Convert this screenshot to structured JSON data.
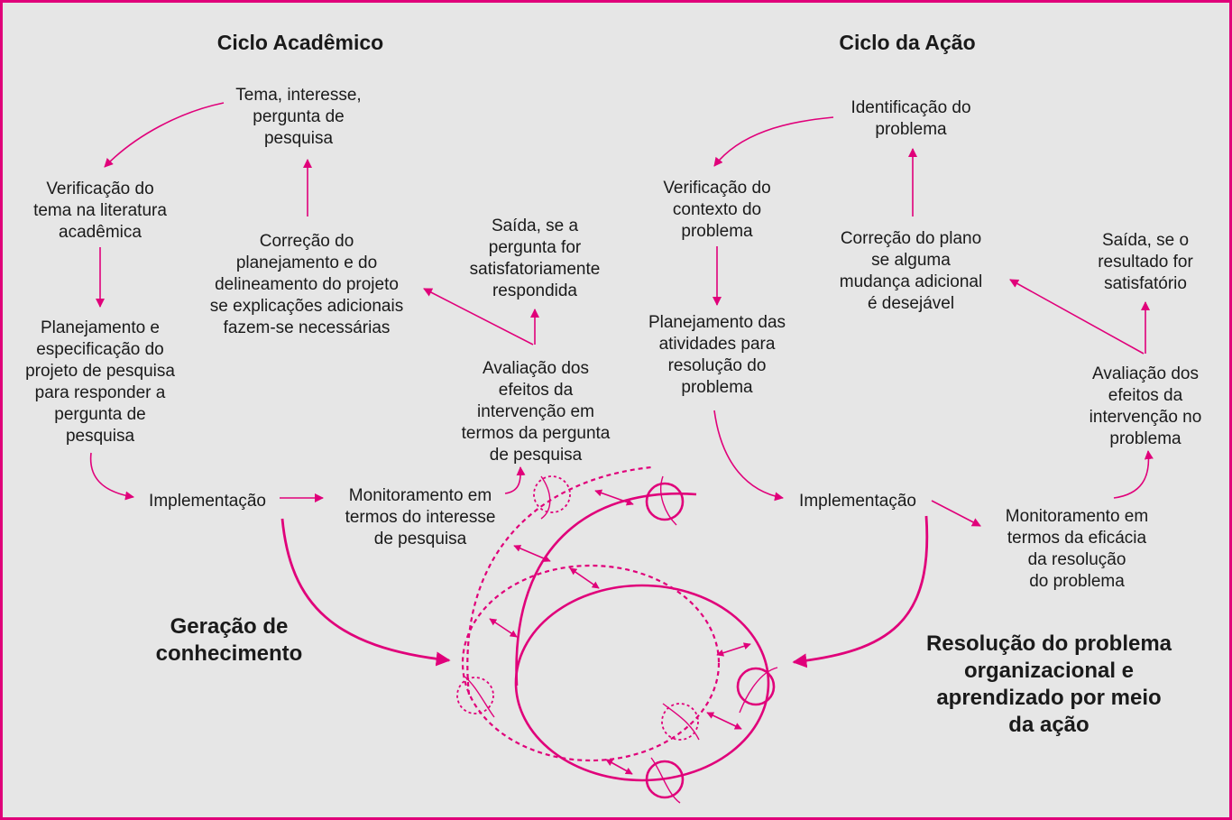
{
  "titles": {
    "academic": "Ciclo Acadêmico",
    "action": "Ciclo da Ação",
    "knowledge": [
      "Geração de",
      "conhecimento"
    ],
    "resolution": [
      "Resolução do problema",
      "organizacional e",
      "aprendizado por meio",
      "da ação"
    ]
  },
  "academic": {
    "theme": [
      "Tema, interesse,",
      "pergunta de",
      "pesquisa"
    ],
    "verify": [
      "Verificação do",
      "tema na literatura",
      "acadêmica"
    ],
    "planning": [
      "Planejamento e",
      "especificação do",
      "projeto de pesquisa",
      "para responder a",
      "pergunta de",
      "pesquisa"
    ],
    "implementation": [
      "Implementação"
    ],
    "monitoring": [
      "Monitoramento em",
      "termos do interesse",
      "de pesquisa"
    ],
    "evaluation": [
      "Avaliação dos",
      "efeitos da",
      "intervenção em",
      "termos da pergunta",
      "de pesquisa"
    ],
    "exit": [
      "Saída, se a",
      "pergunta for",
      "satisfatoriamente",
      "respondida"
    ],
    "correction": [
      "Correção do",
      "planejamento e do",
      "delineamento do projeto",
      "se explicações adicionais",
      "fazem-se necessárias"
    ]
  },
  "action": {
    "identify": [
      "Identificação do",
      "problema"
    ],
    "verify": [
      "Verificação do",
      "contexto do",
      "problema"
    ],
    "planning": [
      "Planejamento das",
      "atividades para",
      "resolução do",
      "problema"
    ],
    "implementation": [
      "Implementação"
    ],
    "monitoring": [
      "Monitoramento em",
      "termos da eficácia",
      "da resolução",
      "do problema"
    ],
    "evaluation": [
      "Avaliação dos",
      "efeitos da",
      "intervenção no",
      "problema"
    ],
    "exit": [
      "Saída, se o",
      "resultado for",
      "satisfatório"
    ],
    "correction": [
      "Correção do plano",
      "se alguma",
      "mudança adicional",
      "é desejável"
    ]
  },
  "colors": {
    "accent": "#e0007a",
    "background": "#e6e6e6",
    "text": "#1a1a1a"
  }
}
